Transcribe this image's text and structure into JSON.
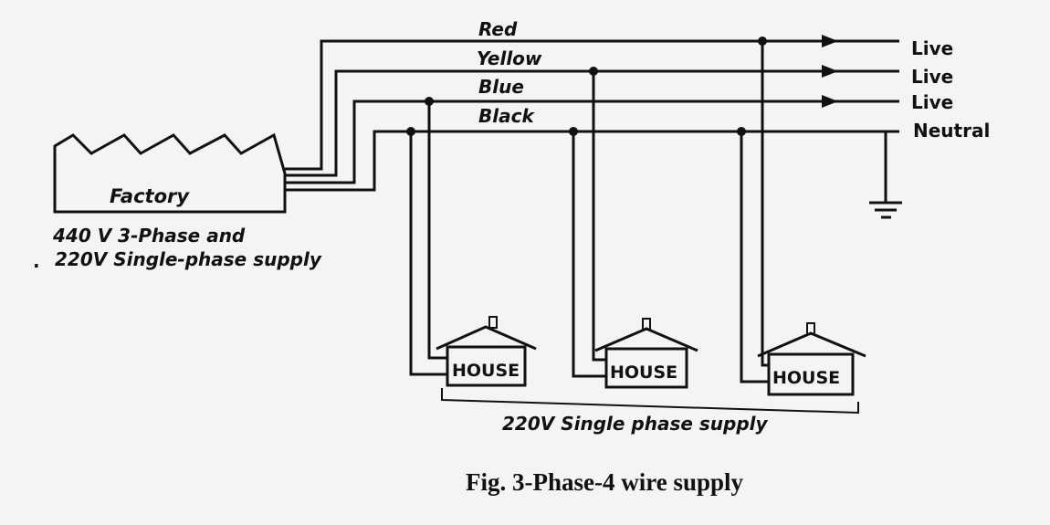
{
  "factory": {
    "label": "Factory",
    "supply_line1": "440 V 3-Phase and",
    "supply_line2": "220V Single-phase supply"
  },
  "wires": [
    {
      "name": "Red",
      "terminal": "Live"
    },
    {
      "name": "Yellow",
      "terminal": "Live"
    },
    {
      "name": "Blue",
      "terminal": "Live"
    },
    {
      "name": "Black",
      "terminal": "Neutral"
    }
  ],
  "houses": [
    {
      "label": "HOUSE"
    },
    {
      "label": "HOUSE"
    },
    {
      "label": "HOUSE"
    }
  ],
  "house_supply_label": "220V Single phase supply",
  "caption": "Fig. 3-Phase-4 wire supply",
  "icons": [
    "factory-icon",
    "house-icon",
    "ground-icon",
    "arrow-icon",
    "junction-dot-icon"
  ]
}
